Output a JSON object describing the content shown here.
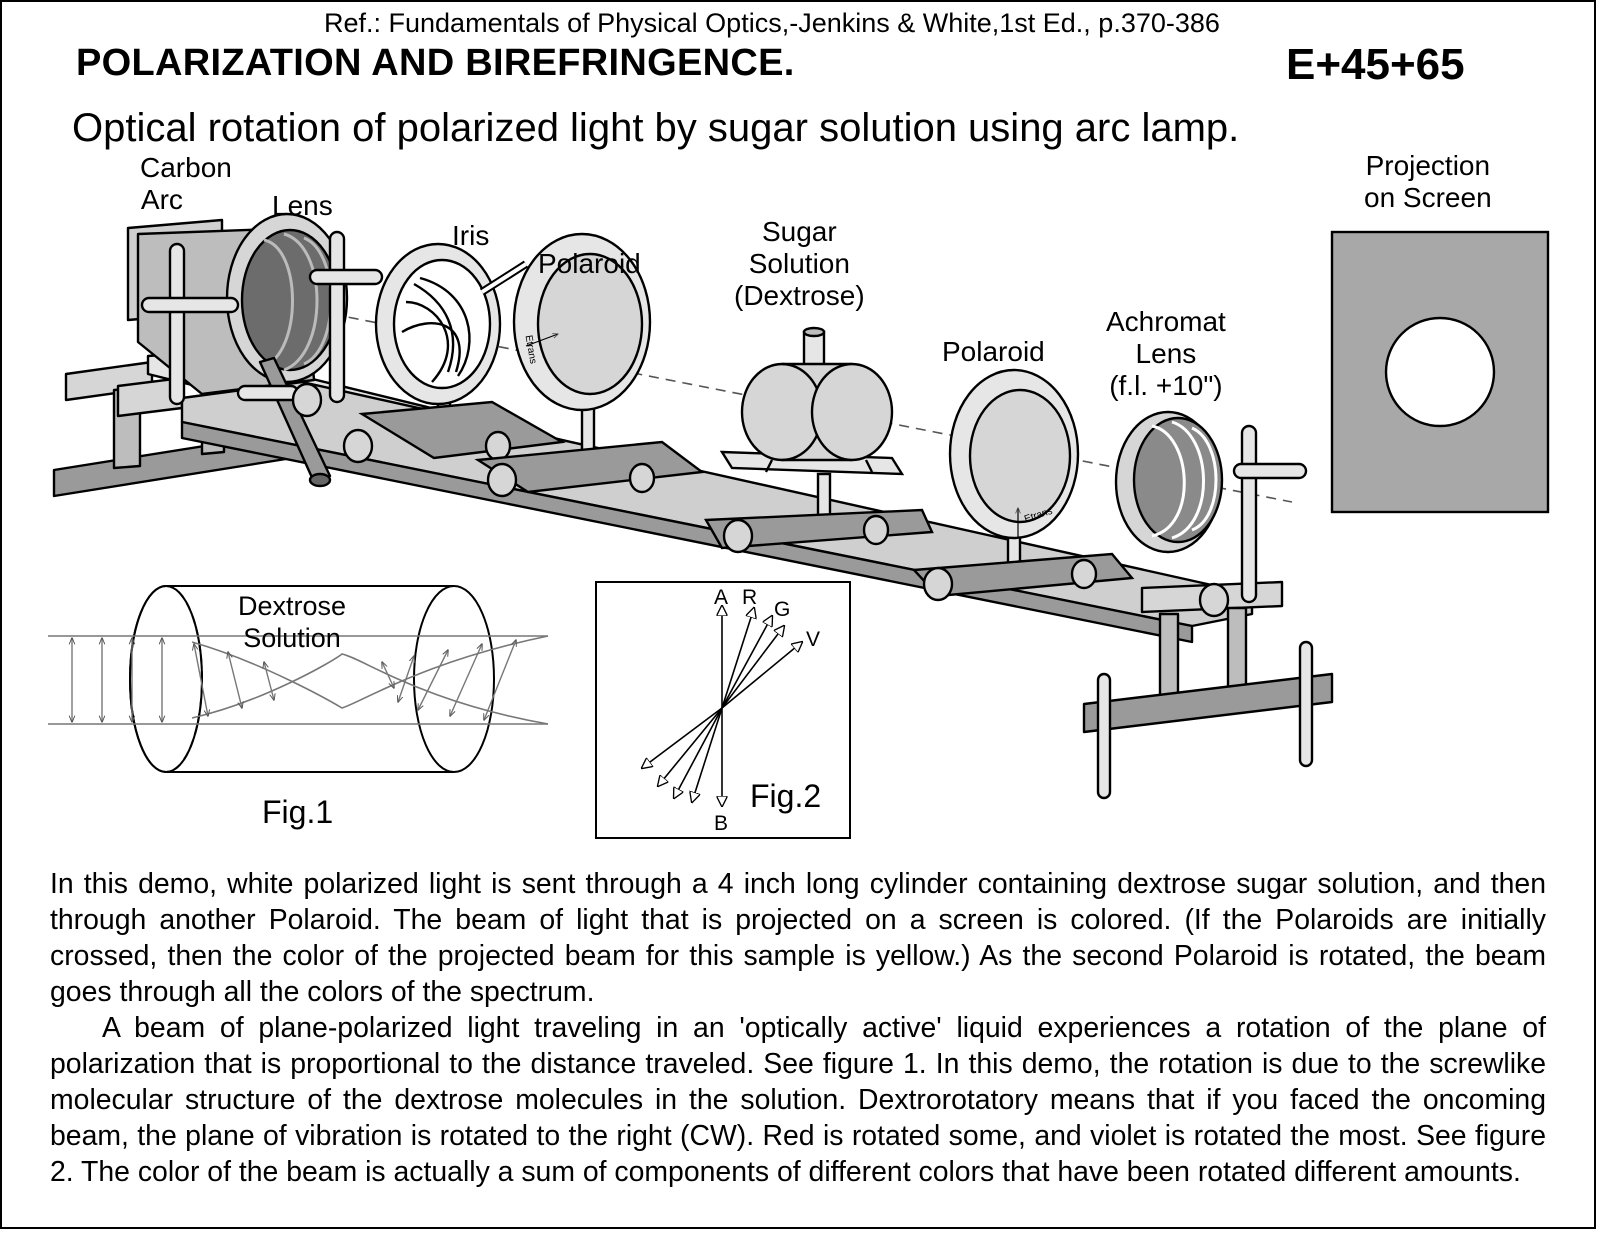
{
  "header": {
    "reference": "Ref.: Fundamentals of Physical Optics,-Jenkins & White,1st Ed., p.370-386",
    "title": "POLARIZATION AND BIREFRINGENCE.",
    "code": "E+45+65",
    "subtitle": "Optical rotation of polarized light by sugar solution using arc lamp."
  },
  "apparatus_labels": {
    "carbon_arc": [
      "Carbon",
      "Arc"
    ],
    "lens": "Lens",
    "iris": "Iris",
    "polaroid_1": "Polaroid",
    "sugar_solution": [
      "Sugar",
      "Solution",
      "(Dextrose)"
    ],
    "polaroid_2": "Polaroid",
    "achromat_lens": [
      "Achromat",
      "Lens",
      "(f.l. +10\")"
    ],
    "projection": [
      "Projection",
      "on Screen"
    ],
    "e_trans_1": "Etrans",
    "e_trans_2": "Etrans"
  },
  "figure1": {
    "label": [
      "Dextrose",
      "Solution"
    ],
    "caption": "Fig.1"
  },
  "figure2": {
    "caption": "Fig.2",
    "vectors": [
      "A",
      "R",
      "G",
      "V",
      "B"
    ]
  },
  "body": {
    "paragraph1": "In this demo, white polarized light is sent through a 4 inch long cylinder containing dextrose sugar solution, and then through another Polaroid. The beam of light that is projected on a screen is colored. (If the Polaroids are initially crossed, then the color of the projected beam for this sample is yellow.) As the second Polaroid is rotated, the beam goes through all the colors of the spectrum.",
    "paragraph2": "A beam of plane-polarized light traveling in an 'optically active' liquid experiences a rotation of the plane of polarization that is proportional to the distance traveled. See figure 1. In this demo, the rotation is due to the screwlike molecular structure of the dextrose molecules in the solution. Dextrorotatory means that if you faced the oncoming beam, the plane of vibration is rotated to the right (CW). Red is rotated some, and violet is rotated the most. See figure 2. The color of the beam is actually a sum of components of different colors that have been rotated different amounts."
  },
  "colors": {
    "ink": "#000000",
    "metal_gray": "#9a9a9a",
    "light_gray": "#d6d6d6",
    "screen_gray": "#a8a8a8",
    "spot": "#ffffff"
  }
}
